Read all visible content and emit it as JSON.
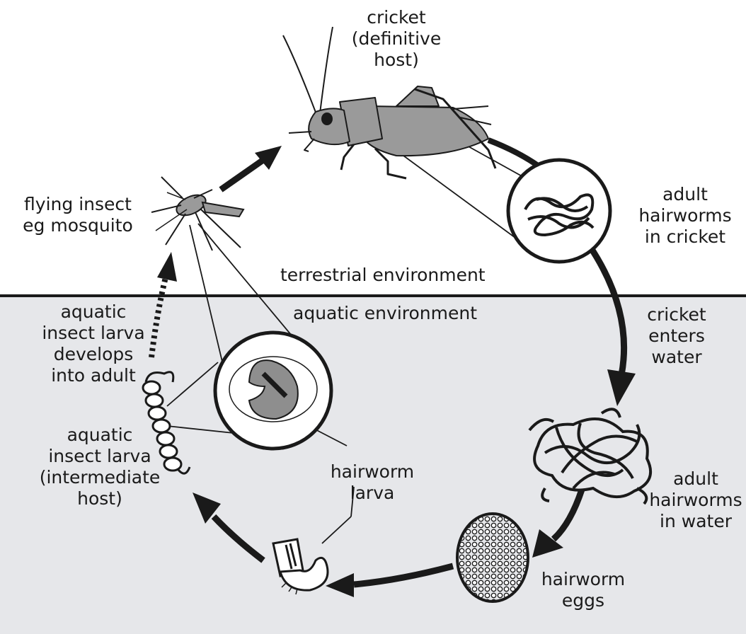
{
  "labels": {
    "cricket": "cricket\n(definitive\nhost)",
    "flying_insect": "flying insect\neg mosquito",
    "adult_cricket": "adult\nhairworms\nin cricket",
    "terrestrial": "terrestrial environment",
    "aquatic": "aquatic environment",
    "enters_water": "cricket\nenters\nwater",
    "larva_develops": "aquatic\ninsect larva\ndevelops\ninto adult",
    "insect_larva": "aquatic\ninsect larva\n(intermediate\nhost)",
    "hairworm_larva": "hairworm\nlarva",
    "adult_water": "adult\nhairworms\nin water",
    "eggs": "hairworm\neggs"
  },
  "colors": {
    "water": "#e6e7ea",
    "ink": "#1a1a1a",
    "insect_fill": "#9a9a9a",
    "larva_fill": "#8e8e8e"
  }
}
